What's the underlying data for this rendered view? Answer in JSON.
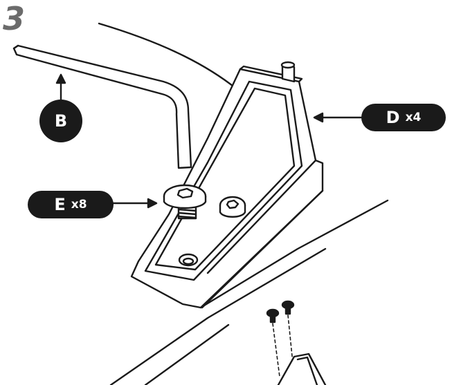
{
  "step": {
    "number": "3"
  },
  "callouts": {
    "b": {
      "letter": "B"
    },
    "d": {
      "letter": "D",
      "quantity": "x4"
    },
    "e": {
      "letter": "E",
      "quantity": "x8"
    }
  },
  "colors": {
    "ink": "#1a1a1a",
    "step_number": "#6b6b6b",
    "background": "#ffffff"
  }
}
